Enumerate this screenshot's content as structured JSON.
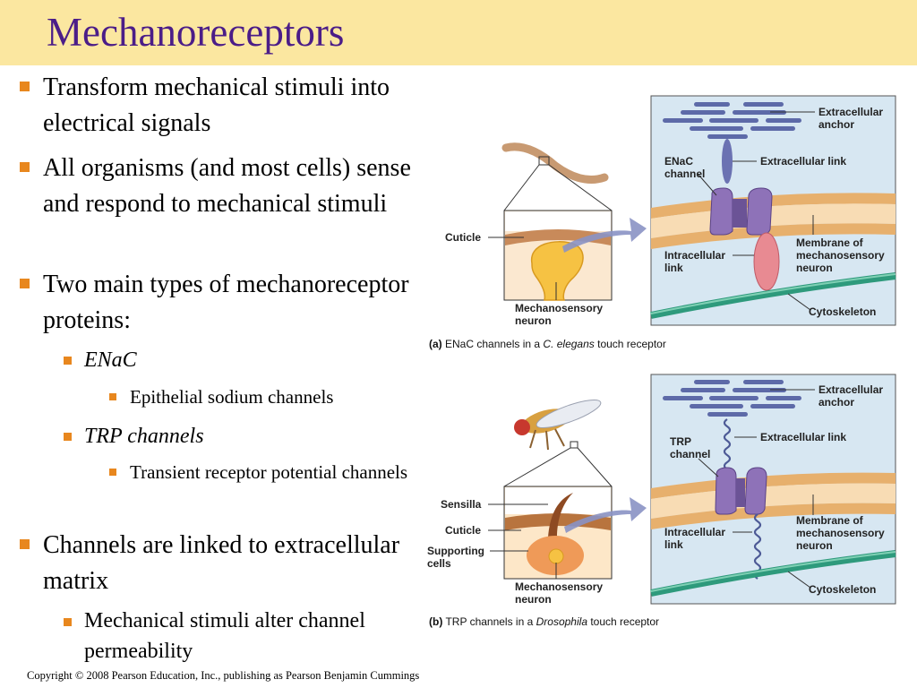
{
  "title": "Mechanoreceptors",
  "bullets": {
    "b1": "Transform mechanical stimuli into electrical signals",
    "b2": "All organisms (and most cells) sense and respond to mechanical stimuli",
    "b3": "Two main types of mechanoreceptor proteins:",
    "b3a": "ENaC",
    "b3a1": "Epithelial sodium channels",
    "b3b": "TRP channels",
    "b3b1": "Transient receptor potential channels",
    "b4": "Channels are linked to extracellular matrix",
    "b4a": "Mechanical stimuli alter channel permeability"
  },
  "figure_a": {
    "labels": {
      "extracellular_anchor_1": "Extracellular",
      "extracellular_anchor_2": "anchor",
      "enac_channel_1": "ENaC",
      "enac_channel_2": "channel",
      "extracellular_link": "Extracellular link",
      "cuticle": "Cuticle",
      "intracellular_link_1": "Intracellular",
      "intracellular_link_2": "link",
      "membrane_1": "Membrane of",
      "membrane_2": "mechanosensory",
      "membrane_3": "neuron",
      "neuron_1": "Mechanosensory",
      "neuron_2": "neuron",
      "cytoskeleton": "Cytoskeleton"
    },
    "caption": {
      "letter": "(a)",
      "text1": " ENaC channels in a ",
      "species": "C. elegans",
      "text2": " touch receptor"
    }
  },
  "figure_b": {
    "labels": {
      "extracellular_anchor_1": "Extracellular",
      "extracellular_anchor_2": "anchor",
      "trp_channel_1": "TRP",
      "trp_channel_2": "channel",
      "extracellular_link": "Extracellular link",
      "sensilla": "Sensilla",
      "cuticle": "Cuticle",
      "supporting_1": "Supporting",
      "supporting_2": "cells",
      "intracellular_link_1": "Intracellular",
      "intracellular_link_2": "link",
      "membrane_1": "Membrane of",
      "membrane_2": "mechanosensory",
      "membrane_3": "neuron",
      "neuron_1": "Mechanosensory",
      "neuron_2": "neuron",
      "cytoskeleton": "Cytoskeleton"
    },
    "caption": {
      "letter": "(b)",
      "text1": " TRP channels in a ",
      "species": "Drosophila",
      "text2": " touch receptor"
    }
  },
  "copyright": "Copyright © 2008 Pearson Education, Inc., publishing as Pearson Benjamin Cummings"
}
